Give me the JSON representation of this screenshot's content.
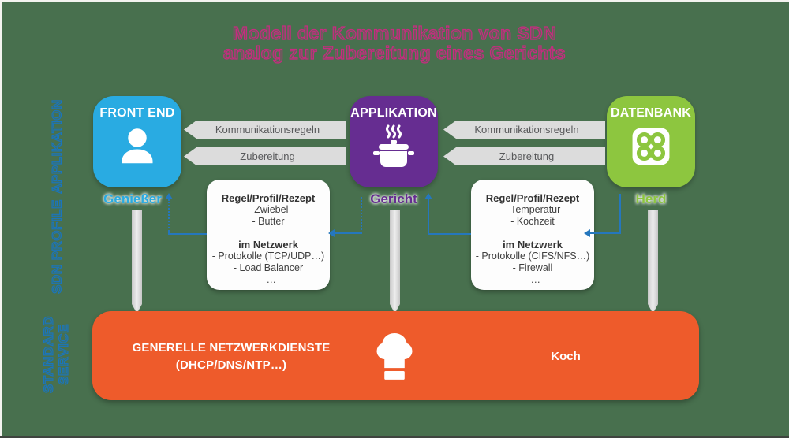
{
  "title": {
    "line1": "Modell der Kommunikation von SDN",
    "line2": "analog zur Zubereitung eines Gerichts"
  },
  "side_labels": {
    "applikation": "APPLIKATION",
    "sdn_profile": "SDN PROFILE",
    "standard_service_line1": "STANDARD",
    "standard_service_line2": "SERVICE"
  },
  "nodes": [
    {
      "title": "FRONT END",
      "caption": "Genießer",
      "icon": "person-icon",
      "color": "#29abe2"
    },
    {
      "title": "APPLIKATION",
      "caption": "Gericht",
      "icon": "cooking-pot-icon",
      "color": "#662d91"
    },
    {
      "title": "DATENBANK",
      "caption": "Herd",
      "icon": "stove-icon",
      "color": "#8dc63f"
    }
  ],
  "flow_arrows": {
    "left_pair": [
      {
        "label": "Kommunikationsregeln"
      },
      {
        "label": "Zubereitung"
      }
    ],
    "right_pair": [
      {
        "label": "Kommunikationsregeln"
      },
      {
        "label": "Zubereitung"
      }
    ]
  },
  "profile_boxes": [
    {
      "title": "Regel/Profil/Rezept",
      "items": [
        "- Zwiebel",
        "- Butter"
      ],
      "subtitle": "im Netzwerk",
      "network_items": [
        "- Protokolle (TCP/UDP…)",
        "- Load Balancer",
        "- …"
      ]
    },
    {
      "title": "Regel/Profil/Rezept",
      "items": [
        "- Temperatur",
        "- Kochzeit"
      ],
      "subtitle": "im Netzwerk",
      "network_items": [
        "- Protokolle (CIFS/NFS…)",
        "- Firewall",
        "- …"
      ]
    }
  ],
  "service_bar": {
    "title_line1": "GENERELLE NETZWERKDIENSTE",
    "title_line2": "(DHCP/DNS/NTP…)",
    "cook_label": "Koch",
    "icon": "chef-hat-icon"
  },
  "colors": {
    "background": "#48704e",
    "front_end_blue": "#29abe2",
    "applikation_purple": "#662d91",
    "datenbank_green": "#8dc63f",
    "service_orange": "#ee5b2b",
    "connector_blue": "#2577bd",
    "title_pink": "#c62c80",
    "side_label_blue": "#1b75bc",
    "flow_arrow_gray": "#dcdcdc"
  }
}
